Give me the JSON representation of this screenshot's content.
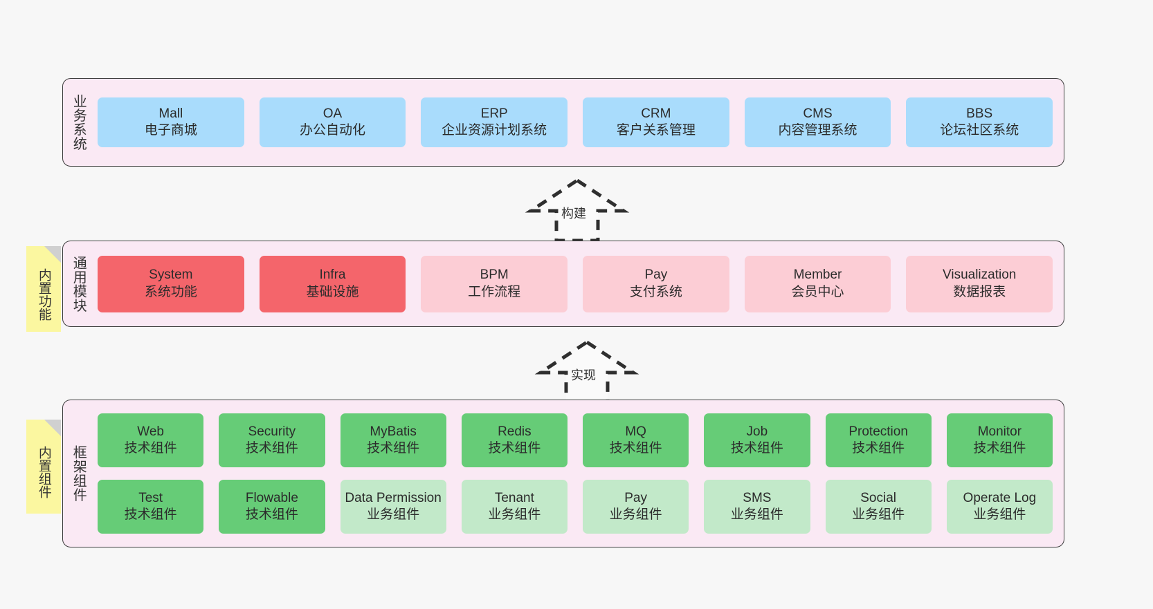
{
  "diagram": {
    "background": "#f7f7f7",
    "panel_bg": "#fae9f4",
    "panel_border": "#3d3d3d",
    "sticky_bg": "#fbf7a0"
  },
  "layers": [
    {
      "key": "business",
      "title": "业务系统",
      "sticky": null,
      "rows": [
        {
          "cards": [
            {
              "en": "Mall",
              "cn": "电子商城",
              "color": "#a9dcfc",
              "style": "c-blue"
            },
            {
              "en": "OA",
              "cn": "办公自动化",
              "color": "#a9dcfc",
              "style": "c-blue"
            },
            {
              "en": "ERP",
              "cn": "企业资源计划系统",
              "color": "#a9dcfc",
              "style": "c-blue"
            },
            {
              "en": "CRM",
              "cn": "客户关系管理",
              "color": "#a9dcfc",
              "style": "c-blue"
            },
            {
              "en": "CMS",
              "cn": "内容管理系统",
              "color": "#a9dcfc",
              "style": "c-blue"
            },
            {
              "en": "BBS",
              "cn": "论坛社区系统",
              "color": "#a9dcfc",
              "style": "c-blue"
            }
          ]
        }
      ]
    },
    {
      "key": "common",
      "title": "通用模块",
      "sticky": "内置功能",
      "rows": [
        {
          "cards": [
            {
              "en": "System",
              "cn": "系统功能",
              "color": "#f4656b",
              "style": "c-red"
            },
            {
              "en": "Infra",
              "cn": "基础设施",
              "color": "#f4656b",
              "style": "c-red"
            },
            {
              "en": "BPM",
              "cn": "工作流程",
              "color": "#fccdd5",
              "style": "c-pink"
            },
            {
              "en": "Pay",
              "cn": "支付系统",
              "color": "#fccdd5",
              "style": "c-pink"
            },
            {
              "en": "Member",
              "cn": "会员中心",
              "color": "#fccdd5",
              "style": "c-pink"
            },
            {
              "en": "Visualization",
              "cn": "数据报表",
              "color": "#fccdd5",
              "style": "c-pink"
            }
          ]
        }
      ]
    },
    {
      "key": "frame",
      "title": "框架组件",
      "sticky": "内置组件",
      "rows": [
        {
          "cards": [
            {
              "en": "Web",
              "cn": "技术组件",
              "color": "#66cc77",
              "style": "c-green"
            },
            {
              "en": "Security",
              "cn": "技术组件",
              "color": "#66cc77",
              "style": "c-green"
            },
            {
              "en": "MyBatis",
              "cn": "技术组件",
              "color": "#66cc77",
              "style": "c-green"
            },
            {
              "en": "Redis",
              "cn": "技术组件",
              "color": "#66cc77",
              "style": "c-green"
            },
            {
              "en": "MQ",
              "cn": "技术组件",
              "color": "#66cc77",
              "style": "c-green"
            },
            {
              "en": "Job",
              "cn": "技术组件",
              "color": "#66cc77",
              "style": "c-green"
            },
            {
              "en": "Protection",
              "cn": "技术组件",
              "color": "#66cc77",
              "style": "c-green"
            },
            {
              "en": "Monitor",
              "cn": "技术组件",
              "color": "#66cc77",
              "style": "c-green"
            }
          ]
        },
        {
          "cards": [
            {
              "en": "Test",
              "cn": "技术组件",
              "color": "#66cc77",
              "style": "c-green"
            },
            {
              "en": "Flowable",
              "cn": "技术组件",
              "color": "#66cc77",
              "style": "c-green"
            },
            {
              "en": "Data Permission",
              "cn": "业务组件",
              "color": "#c2e9c9",
              "style": "c-lightgreen"
            },
            {
              "en": "Tenant",
              "cn": "业务组件",
              "color": "#c2e9c9",
              "style": "c-lightgreen"
            },
            {
              "en": "Pay",
              "cn": "业务组件",
              "color": "#c2e9c9",
              "style": "c-lightgreen"
            },
            {
              "en": "SMS",
              "cn": "业务组件",
              "color": "#c2e9c9",
              "style": "c-lightgreen"
            },
            {
              "en": "Social",
              "cn": "业务组件",
              "color": "#c2e9c9",
              "style": "c-lightgreen"
            },
            {
              "en": "Operate Log",
              "cn": "业务组件",
              "color": "#c2e9c9",
              "style": "c-lightgreen"
            }
          ]
        }
      ]
    }
  ],
  "connectors": [
    {
      "key": "build",
      "label": "构建",
      "direction": "up"
    },
    {
      "key": "implement",
      "label": "实现",
      "direction": "up"
    }
  ]
}
